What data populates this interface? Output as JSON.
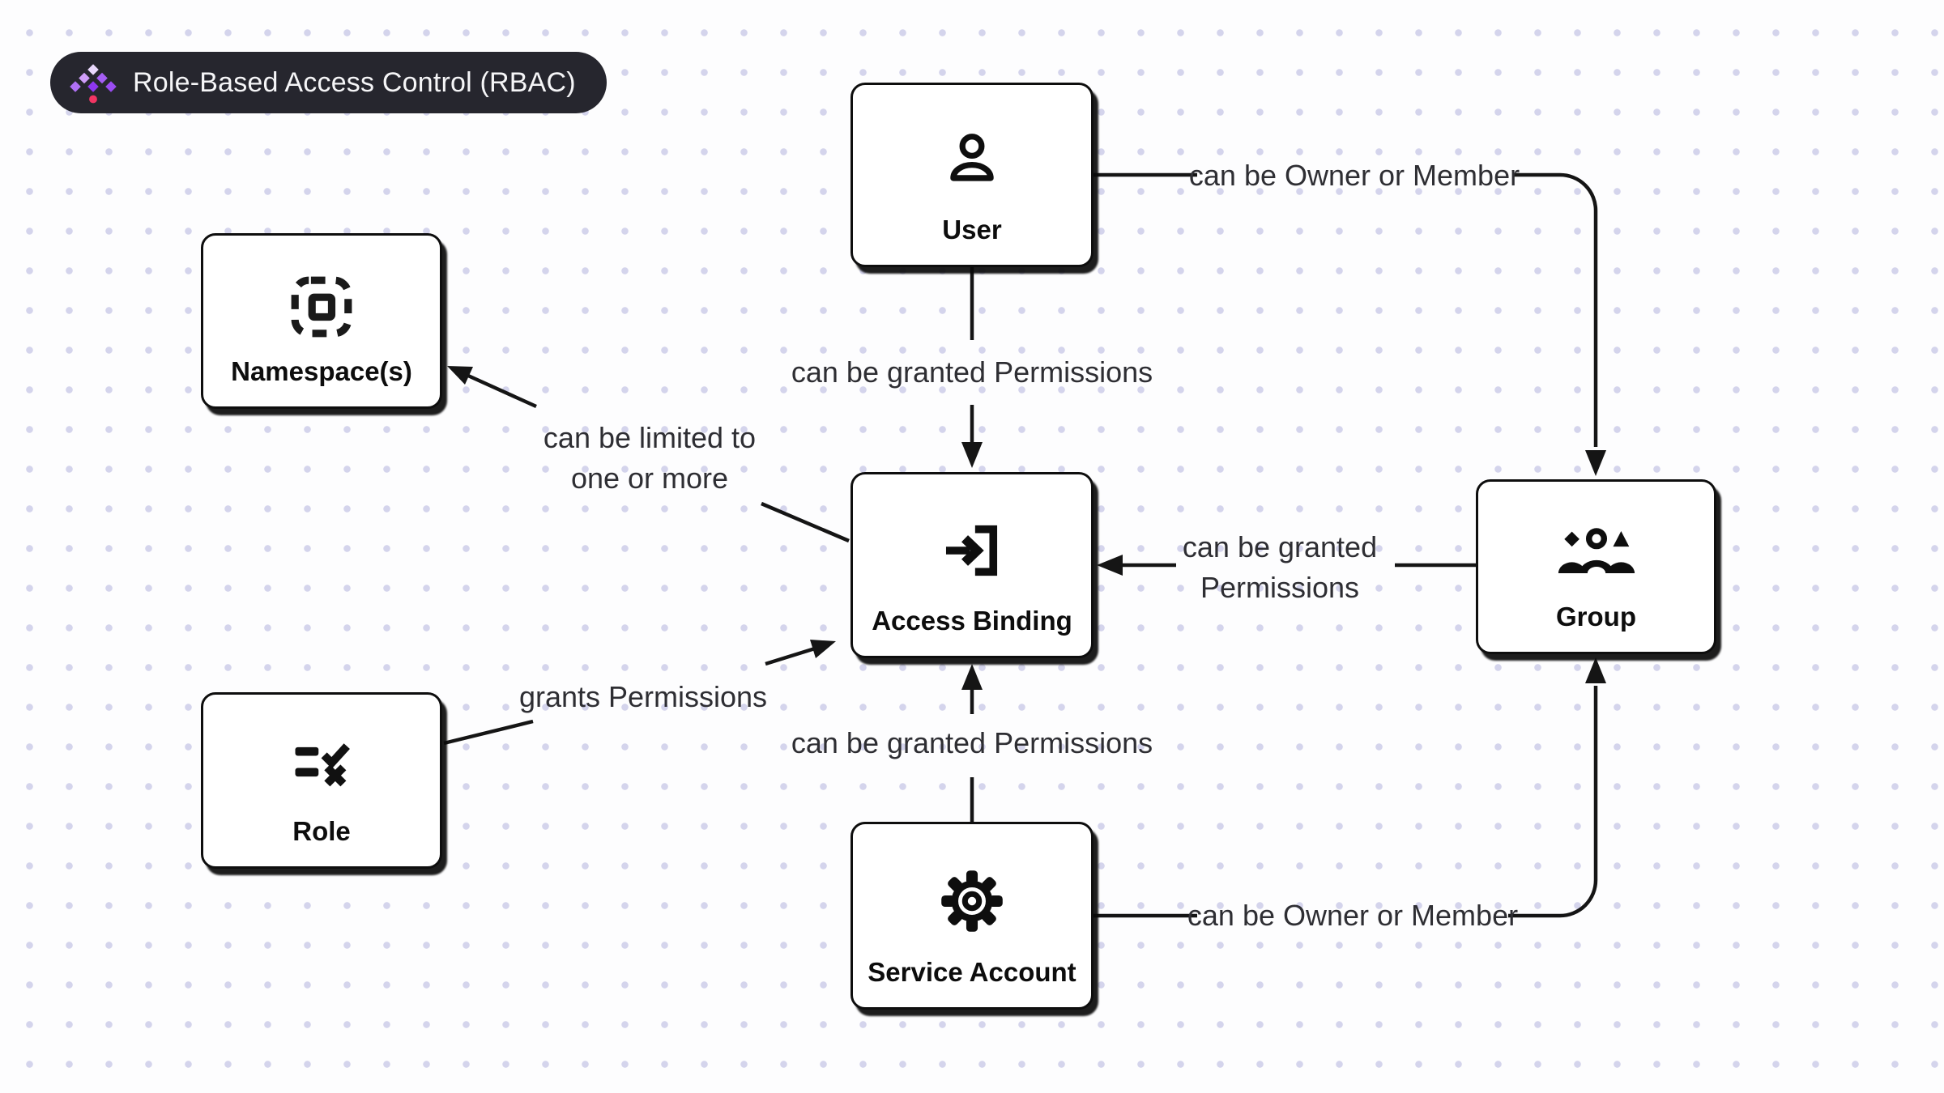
{
  "badge": {
    "title": "Role-Based Access Control (RBAC)",
    "background": "#26262e",
    "text_color": "#f5f5f7",
    "logo_icon": "diamond-cluster-logo-icon",
    "logo_colors": [
      "#e9d8fc",
      "#cf9ef8",
      "#a55ef4",
      "#b071f5",
      "#8d37ef",
      "#9a4cf2",
      "#f23563"
    ]
  },
  "canvas": {
    "background": "#fdfdfe",
    "dot_color": "#d4d4ec",
    "connector_color": "#151515",
    "node_fill": "#ffffff",
    "node_border": "#0e0e0e",
    "label_color": "#2e2e33"
  },
  "nodes": [
    {
      "id": "user",
      "label": "User",
      "icon": "user-icon"
    },
    {
      "id": "namespace",
      "label": "Namespace(s)",
      "icon": "namespace-frame-icon"
    },
    {
      "id": "access_binding",
      "label": "Access Binding",
      "icon": "login-arrow-icon"
    },
    {
      "id": "group",
      "label": "Group",
      "icon": "group-people-icon"
    },
    {
      "id": "role",
      "label": "Role",
      "icon": "rules-check-cross-icon"
    },
    {
      "id": "service_account",
      "label": "Service Account",
      "icon": "gear-icon"
    }
  ],
  "edges": [
    {
      "id": "user-to-group",
      "from": "user",
      "to": "group",
      "label": "can be Owner or Member"
    },
    {
      "id": "user-to-access-binding",
      "from": "user",
      "to": "access_binding",
      "label": "can be granted Permissions"
    },
    {
      "id": "access-binding-to-namespace",
      "from": "access_binding",
      "to": "namespace",
      "label": "can be limited to\none or more"
    },
    {
      "id": "group-to-access-binding",
      "from": "group",
      "to": "access_binding",
      "label": "can be granted\nPermissions"
    },
    {
      "id": "role-to-access-binding",
      "from": "role",
      "to": "access_binding",
      "label": "grants Permissions"
    },
    {
      "id": "service-account-to-access-binding",
      "from": "service_account",
      "to": "access_binding",
      "label": "can be granted Permissions"
    },
    {
      "id": "service-account-to-group",
      "from": "service_account",
      "to": "group",
      "label": "can be Owner or Member"
    }
  ]
}
